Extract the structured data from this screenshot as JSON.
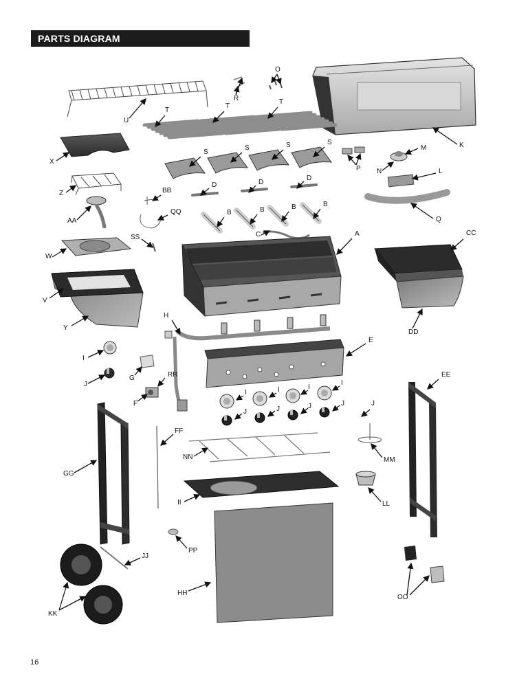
{
  "header": {
    "title": "PARTS DIAGRAM"
  },
  "page_number": "16",
  "parts": [
    "A",
    "B",
    "C",
    "D",
    "E",
    "F",
    "G",
    "H",
    "I",
    "J",
    "K",
    "L",
    "M",
    "N",
    "O",
    "P",
    "Q",
    "R",
    "S",
    "T",
    "U",
    "V",
    "W",
    "X",
    "Y",
    "Z",
    "AA",
    "BB",
    "CC",
    "DD",
    "EE",
    "FF",
    "GG",
    "HH",
    "II",
    "JJ",
    "KK",
    "LL",
    "MM",
    "NN",
    "OO",
    "PP",
    "QQ",
    "RR",
    "SS"
  ]
}
